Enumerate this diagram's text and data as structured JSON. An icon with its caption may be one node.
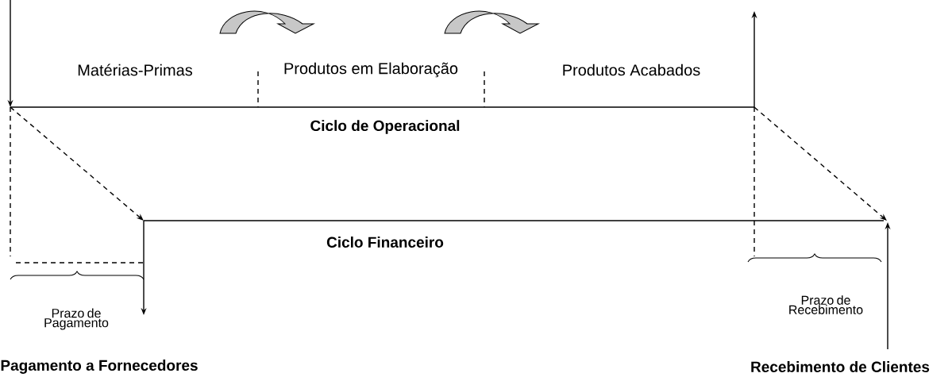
{
  "diagram": {
    "labels": [
      "Matérias-Primas",
      "Produtos em Elaboração",
      "Produtos Acabados",
      "Ciclo de Operacional",
      "Ciclo Financeiro",
      "Prazo de Pagamento",
      "Prazo de Recebimento",
      "Pagamento a Fornecedores",
      "Recebimento de Clientes"
    ]
  }
}
